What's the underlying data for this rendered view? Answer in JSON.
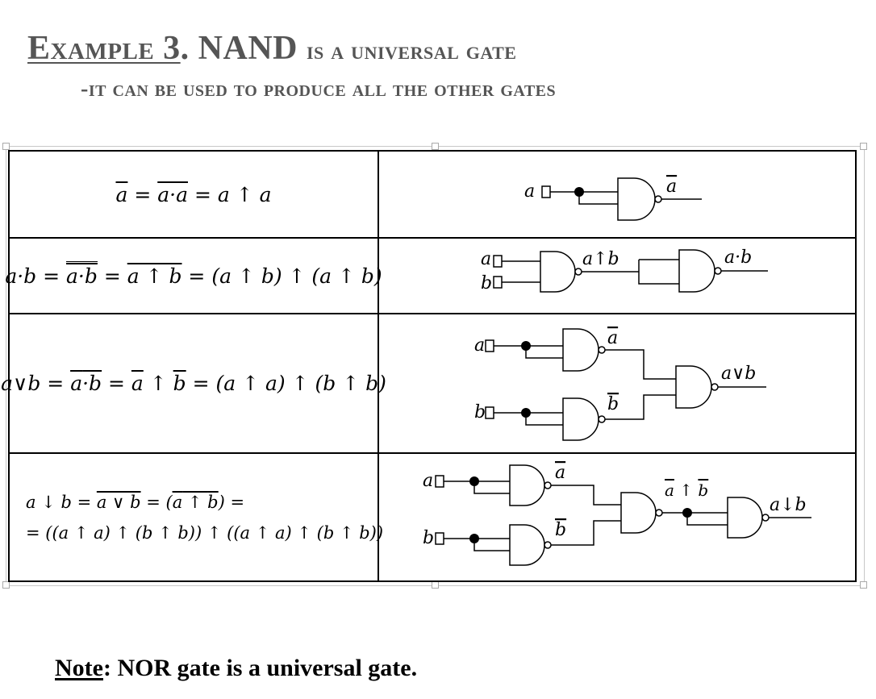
{
  "header": {
    "example_label": "Example 3",
    "title_rest_big": ". NAND ",
    "title_rest_small": "is a universal gate",
    "subtitle": "-it can be used to produce  all the other gates"
  },
  "rows": [
    {
      "formula_line1": "a = a·a = a↑a",
      "diagram": {
        "inputs": [
          "a"
        ],
        "labels": [
          "ā"
        ]
      }
    },
    {
      "formula_line1": "a·b = a·b = a↑b = (a↑b)↑(a↑b)",
      "diagram": {
        "inputs": [
          "a",
          "b"
        ],
        "labels": [
          "a↑b",
          "a·b"
        ]
      }
    },
    {
      "formula_line1": "a∨b = a·b = a↑b = (a↑a)↑(b↑b)",
      "diagram": {
        "inputs": [
          "a",
          "b"
        ],
        "labels": [
          "ā",
          "b̄",
          "a∨b"
        ]
      }
    },
    {
      "formula_line1": "a↓b = a∨b = (a↑b) =",
      "formula_line2": "= ((a↑a)↑(b↑b))↑((a↑a)↑(b↑b))",
      "diagram": {
        "inputs": [
          "a",
          "b"
        ],
        "labels": [
          "ā",
          "b̄",
          "ā↑b̄",
          "a↓b"
        ]
      }
    }
  ],
  "note": {
    "label": "Note",
    "text": ": NOR gate is a universal gate."
  }
}
